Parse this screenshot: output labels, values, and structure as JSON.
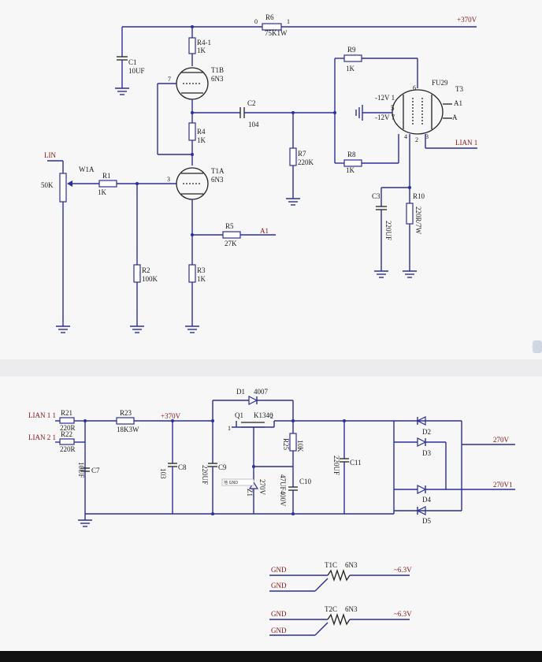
{
  "top": {
    "labels": {
      "r6": "R6",
      "r6v": "75K1W",
      "r6p0": "0",
      "r6p1": "1",
      "plus370": "+370V",
      "r41": "R4-1",
      "r41v": "1K",
      "c1": "C1",
      "c1v": "10UF",
      "t1b": "T1B",
      "t1bt": "6N3",
      "pin7": "7",
      "c2": "C2",
      "c2v": "104",
      "r4": "R4",
      "r4v": "1K",
      "r9": "R9",
      "r9v": "1K",
      "r8": "R8",
      "r8v": "1K",
      "r7": "R7",
      "r7v": "220K",
      "fu29": "FU29",
      "t3": "T3",
      "a1": "A1",
      "a": "A",
      "m12v1": "-12V 1",
      "five": "5",
      "m12v7": "-12V 7",
      "lian1": "LIAN 1",
      "c3": "C3",
      "c3v": "220UF",
      "r10": "R10",
      "r10v": "220R/7W",
      "lin": "LIN",
      "w1a": "W1A",
      "w50k": "50K",
      "r1": "R1",
      "r1v": "1K",
      "t1a": "T1A",
      "t1at": "6N3",
      "pin3": "3",
      "r5": "R5",
      "r5v": "27K",
      "a1net": "A1",
      "r2": "R2",
      "r2v": "100K",
      "r3": "R3",
      "r3v": "1K"
    },
    "pins": [
      "0",
      "1",
      "2",
      "3",
      "4",
      "5",
      "6",
      "7"
    ]
  },
  "bottom": {
    "labels": {
      "lian11": "LIAN 1 1",
      "lian21": "LIAN 2 1",
      "r21": "R21",
      "r21v": "220R",
      "r22": "R22",
      "r22v": "220R",
      "r23": "R23",
      "r23v": "18K3W",
      "plus370": "+370V",
      "c7": "C7",
      "c7v": "10UF",
      "c8": "C8",
      "c8v": "103",
      "c9": "C9",
      "c9v": "220UF",
      "d1": "D1",
      "d1v": "4007",
      "q1": "Q1",
      "k1340": "K1340",
      "r25": "R25",
      "r25v": "10K",
      "c11": "C11",
      "c11v": "220UF",
      "z1": "Z1",
      "z1v": "270V",
      "c10": "C10",
      "c10v": "47UF400V",
      "gnd_note": "地  GND",
      "d2": "D2",
      "d3": "D3",
      "d4": "D4",
      "d5": "D5",
      "v270": "270V",
      "v270v1": "270V1"
    },
    "heater": [
      {
        "gnd1": "GND",
        "gnd2": "GND",
        "tube": "T1C",
        "type": "6N3",
        "volt": "~6.3V"
      },
      {
        "gnd1": "GND",
        "gnd2": "GND",
        "tube": "T2C",
        "type": "6N3",
        "volt": "~6.3V"
      }
    ]
  },
  "colors": {
    "wire": "#2a2f9e",
    "component": "#222222",
    "net_label": "#8a1212"
  }
}
